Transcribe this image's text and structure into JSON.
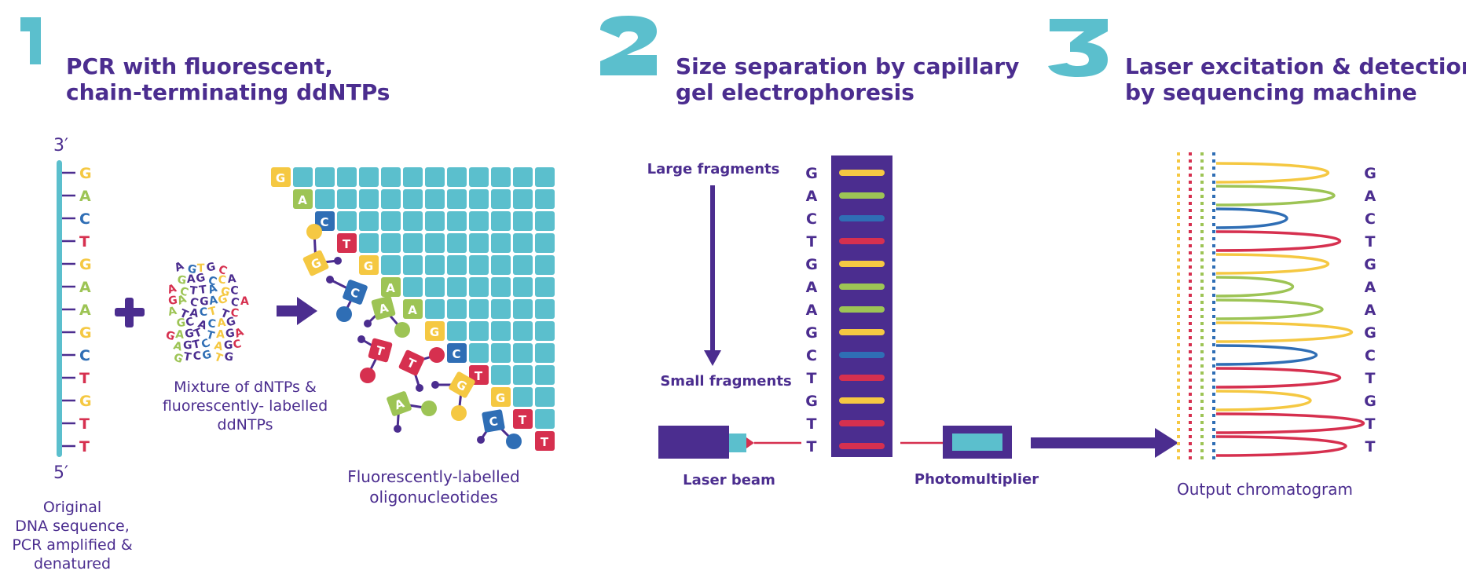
{
  "colors": {
    "teal": "#5bbfcd",
    "purple": "#4b2d8f",
    "G": "#f5c842",
    "A": "#9dc455",
    "C": "#2f6eb5",
    "T": "#d6304f",
    "laser_line": "#d6304f"
  },
  "step1": {
    "number": "1",
    "title_line1": "PCR with fluorescent,",
    "title_line2": "chain-terminating ddNTPs",
    "strand_top": "3′",
    "strand_bottom": "5′",
    "bases": [
      "G",
      "A",
      "C",
      "T",
      "G",
      "A",
      "A",
      "G",
      "C",
      "T",
      "G",
      "T",
      "T"
    ],
    "caption_lines": [
      "Original",
      "DNA sequence,",
      "PCR amplified &",
      "denatured"
    ],
    "mixture_caption_lines": [
      "Mixture of dNTPs &",
      "fluorescently- labelled",
      "ddNTPs"
    ],
    "oligo_caption_lines": [
      "Fluorescently-labelled",
      "oligonucleotides"
    ],
    "plus_icon": "plus-icon",
    "arrow_icon": "arrow-right-icon"
  },
  "step2": {
    "number": "2",
    "title_line1": "Size separation by capillary",
    "title_line2": "gel electrophoresis",
    "large_label": "Large fragments",
    "small_label": "Small fragments",
    "bands": [
      "G",
      "A",
      "C",
      "T",
      "G",
      "A",
      "A",
      "G",
      "C",
      "T",
      "G",
      "T",
      "T"
    ],
    "laser_label": "Laser beam",
    "photomultiplier_label": "Photomultiplier"
  },
  "step3": {
    "number": "3",
    "title_line1": "Laser excitation & detection",
    "title_line2": "by sequencing machine",
    "bases": [
      "G",
      "A",
      "C",
      "T",
      "G",
      "A",
      "A",
      "G",
      "C",
      "T",
      "G",
      "T",
      "T"
    ],
    "caption": "Output chromatogram"
  }
}
